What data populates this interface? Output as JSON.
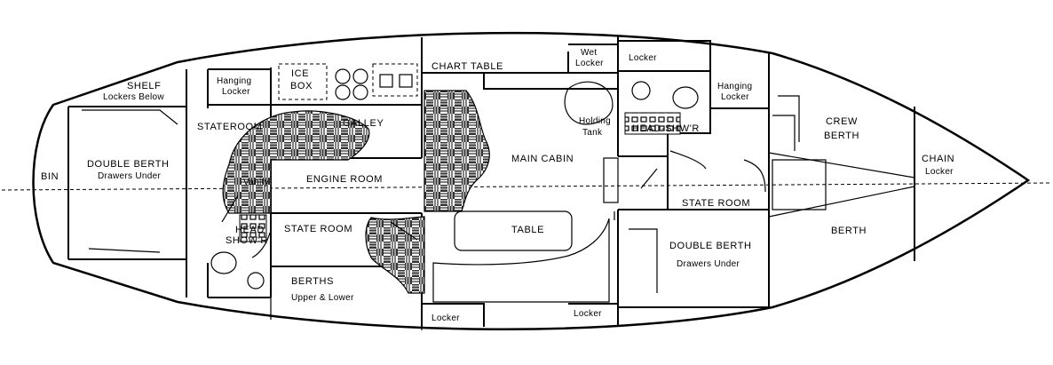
{
  "labels": {
    "bin": "BIN",
    "shelf": "SHELF",
    "lockers_below": "Lockers Below",
    "hanging_locker_1": "Hanging",
    "hanging_locker_1b": "Locker",
    "ice": "ICE",
    "box": "BOX",
    "chart_table": "CHART TABLE",
    "wet": "Wet",
    "wet_locker": "Locker",
    "locker_top": "Locker",
    "hanging_locker_2": "Hanging",
    "hanging_locker_2b": "Locker",
    "double_berth_aft": "DOUBLE BERTH",
    "drawers_under_aft": "Drawers Under",
    "stateroom_port": "STATEROOM",
    "galley": "GALLEY",
    "engine_room": "ENGINE ROOM",
    "vanity": "Vanity",
    "head_1": "HEAD",
    "showr_1": "SHOW'R",
    "state_room_stbd": "STATE ROOM",
    "berths": "BERTHS",
    "upper_lower": "Upper & Lower",
    "main_cabin": "MAIN CABIN",
    "holding": "Holding",
    "tank": "Tank",
    "table": "TABLE",
    "locker_bottom_1": "Locker",
    "locker_bottom_2": "Locker",
    "head_shwr": "HEAD-SHW'R",
    "state_room_fwd": "STATE ROOM",
    "double_berth_fwd": "DOUBLE BERTH",
    "drawers_under_fwd": "Drawers Under",
    "crew": "CREW",
    "crew_berth": "BERTH",
    "berth_fwd": "BERTH",
    "chain": "CHAIN",
    "chain_locker": "Locker"
  }
}
